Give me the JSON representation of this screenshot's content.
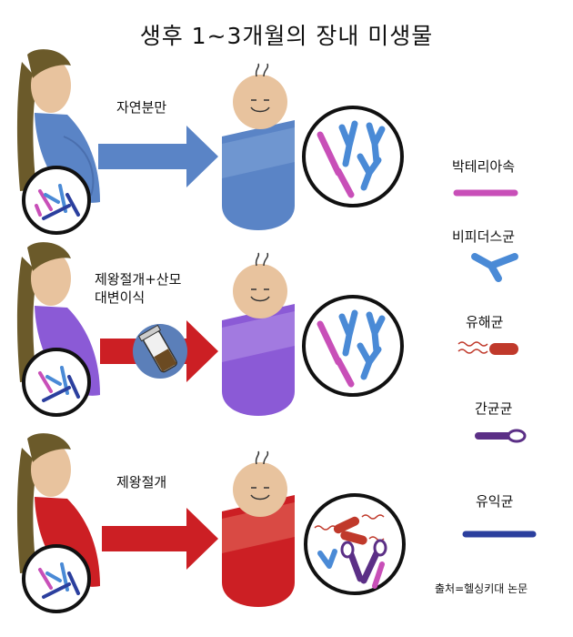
{
  "title": "생후 1~3개월의 장내 미생물",
  "rows": [
    {
      "label_lines": [
        "자연분만"
      ],
      "color": "#5a84c6"
    },
    {
      "label_lines": [
        "제왕절개+산모",
        "대변이식"
      ],
      "color": "#8b5ad6"
    },
    {
      "label_lines": [
        "제왕절개"
      ],
      "color": "#cc1f24"
    }
  ],
  "legend": [
    {
      "label": "박테리아속",
      "icon": "bacteroides-rod-icon",
      "color": "#c84fb8"
    },
    {
      "label": "비피더스균",
      "icon": "bifidobacterium-y-icon",
      "color": "#4a8ad6"
    },
    {
      "label": "유해균",
      "icon": "harmful-bacteria-flagella-icon",
      "color": "#c0392b"
    },
    {
      "label": "간균균",
      "icon": "bacillus-ring-icon",
      "color": "#5b2f86"
    },
    {
      "label": "유익균",
      "icon": "beneficial-bacteria-rod-icon",
      "color": "#2b3f9e"
    }
  ],
  "source": "출처=헬싱키대 논문"
}
